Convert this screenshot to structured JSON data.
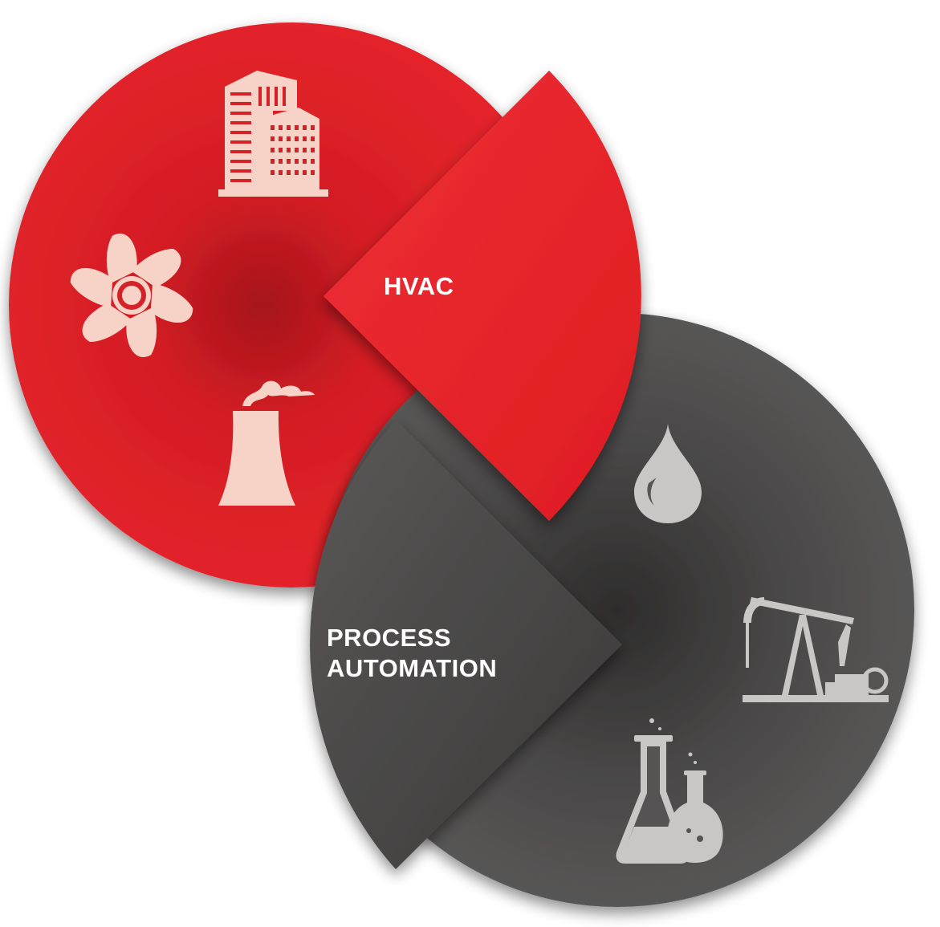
{
  "segments": {
    "hvac": {
      "label": "HVAC",
      "color": "#e31e24"
    },
    "process": {
      "label_line1": "PROCESS",
      "label_line2": "AUTOMATION",
      "color": "#4a4848"
    }
  },
  "icons": {
    "hvac": [
      "building-icon",
      "fan-icon",
      "cooling-tower-icon"
    ],
    "process": [
      "oil-drop-icon",
      "pumpjack-icon",
      "lab-flask-icon"
    ]
  },
  "colors": {
    "icon_light_red": "#f6d2c7",
    "icon_light_grey": "#c9c7c6"
  }
}
